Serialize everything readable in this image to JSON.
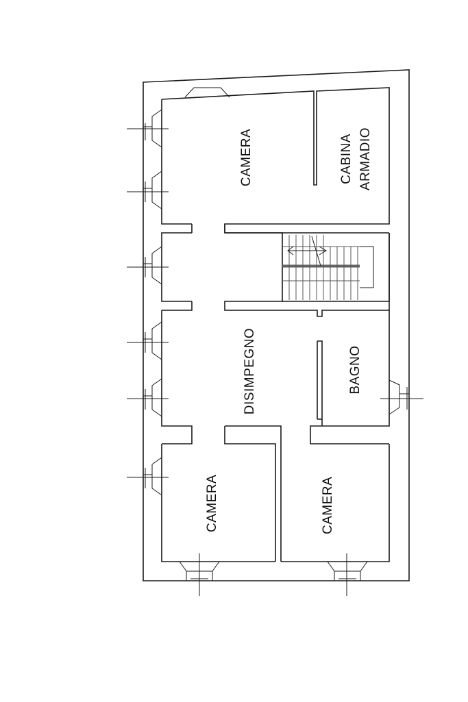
{
  "rooms": {
    "camera_top": "CAMERA",
    "cabina_line1": "CABINA",
    "cabina_line2": "ARMADIO",
    "disimpegno": "DISIMPEGNO",
    "bagno": "BAGNO",
    "camera_bottom_left": "CAMERA",
    "camera_bottom_right": "CAMERA"
  },
  "colors": {
    "line": "#1a1a1a",
    "background": "#ffffff"
  }
}
